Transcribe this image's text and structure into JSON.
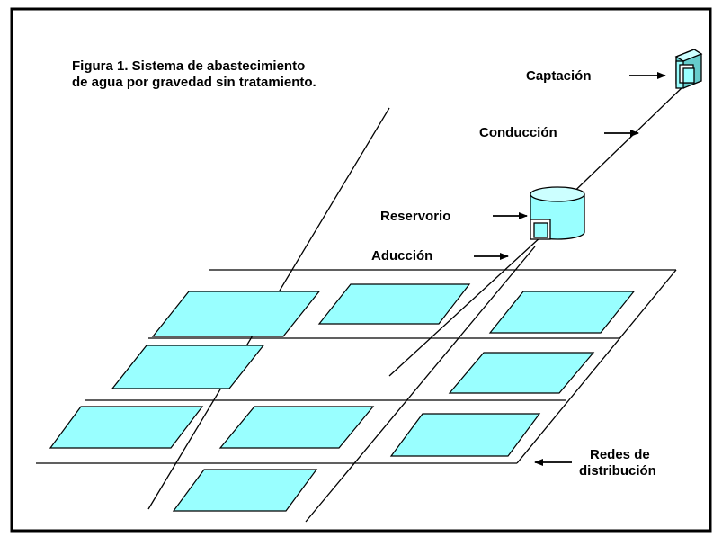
{
  "figure": {
    "caption_line1": "Figura 1. Sistema de abastecimiento",
    "caption_line2": "de agua por gravedad sin tratamiento."
  },
  "labels": {
    "captacion": "Captación",
    "conduccion": "Conducción",
    "reservorio": "Reservorio",
    "aduccion": "Aducción",
    "redes_line1": "Redes de",
    "redes_line2": "distribución"
  },
  "colors": {
    "frame": "#000000",
    "block_fill": "#99ffff",
    "block_fill_shadow": "#66cccc",
    "line": "#000000",
    "background": "#ffffff"
  },
  "icons": {
    "captacion_box": "intake-box-icon",
    "reservorio_tank": "cylinder-tank-icon",
    "arrows": "arrow-right-icon"
  }
}
